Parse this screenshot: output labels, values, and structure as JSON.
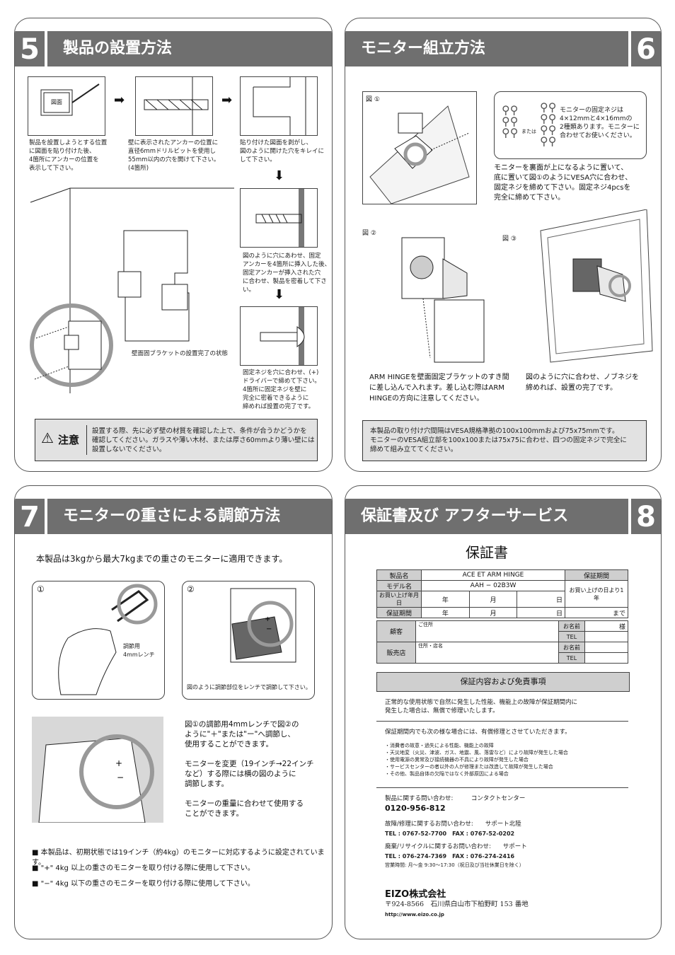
{
  "p5": {
    "num": "5",
    "title": "製品の設置方法",
    "fig_label": "図面",
    "step1": "製品を設置しようとする位置\nに図面を貼り付けた後、\n4箇所にアンカーの位置を\n表示して下さい。",
    "step2": "壁に表示されたアンカーの位置に\n直径6mmドリルビットを使用し\n55mm以内の穴を開けて下さい。\n(4箇所)",
    "step3": "貼り付けた図面を剥がし、\n図のように開けた穴をキレイに\nして下さい。",
    "step4": "図のように穴にあわせ、固定\nアンカーを4箇所に挿入した後、\n固定アンカーが挿入された穴\nに合わせ、製品を密着して下さい。",
    "step5": "固定ネジを穴に合わせ、(+)\nドライバーで締めて下さい。\n4箇所に固定ネジを壁に\n完全に密着できるように\n締めれば設置の完了です。",
    "done": "壁面固ブラケットの設置完了の状態",
    "caution_label": "注意",
    "caution": "設置する際、先に必ず壁の材質を確認した上で、条件が合うかどうかを\n確認してください。ガラスや薄い木材、または厚さ60mmより薄い壁には\n設置しないでください。"
  },
  "p6": {
    "num": "6",
    "title": "モニター組立方法",
    "fig1": "図 ①",
    "fig2": "図 ②",
    "fig3": "図 ③",
    "or": "または",
    "screws": "モニターの固定ネジは\n4×12mmと4×16mmの\n2種類あります。モニターに\n合わせてお使いください。",
    "inst": "モニターを裏面が上になるように置いて、\n底に置いて図①のようにVESA穴に合わせ、\n固定ネジを締めて下さい。固定ネジ4pcsを\n完全に締めて下さい。",
    "hinge": "ARM HINGEを壁面固定ブラケットのすき間\nに差し込んで入れます。差し込む際はARM\nHINGEの方向に注意してください。",
    "done": "図のように穴に合わせ、ノブネジを\n締めれば、設置の完了です。",
    "note": "本製品の取り付け穴間隔はVESA規格準拠の100x100mmおよび75x75mmです。\nモニターのVESA組立部を100x100または75x75に合わせ、四つの固定ネジで完全に\n締めて組み立ててください。"
  },
  "p7": {
    "num": "7",
    "title": "モニターの重さによる調節方法",
    "intro": "本製品は3kgから最大7kgまでの重さのモニターに適用できます。",
    "c1": "①",
    "c2": "②",
    "wrench": "調節用\n4mmレンチ",
    "cap2": "図のように調節部位をレンチで調節して下さい。",
    "body": "図①の調節用4mmレンチで図②の\nように\"＋\"または\"ー\"へ調節し、\n使用することができます。\n\nモニターを変更（19インチ→22インチ\nなど）する際には横の図のように\n調節します。\n\nモニターの重量に合わせて使用する\nことができます。",
    "b1": "本製品は、初期状態では19インチ（約4kg）のモニターに対応するように設定されています。",
    "b2": "\"+\" 4kg 以上の重さのモニターを取り付ける際に使用して下さい。",
    "b3": "\"−\" 4kg 以下の重さのモニターを取り付ける際に使用して下さい。"
  },
  "p8": {
    "num": "8",
    "title": "保証書及び アフターサービス",
    "doc_title": "保証書",
    "t_product": "製品名",
    "v_product": "ACE ET ARM HINGE",
    "t_period": "保証期間",
    "t_model": "モデル名",
    "v_model": "AAH − 02B3W",
    "v_period": "お買い上げの日より1年",
    "t_date": "お買い上げ年月日",
    "t_period2": "保証期間",
    "y": "年",
    "m": "月",
    "d": "日",
    "until": "まで",
    "customer": "顧客",
    "addr": "ご住所",
    "name": "お名前",
    "sama": "様",
    "tel": "TEL",
    "store": "販売店",
    "store_addr": "住所・店名",
    "band": "保証内容および免責事項",
    "free": "正常的な使用状態で自然に発生した性能、機能上の故障が保証期間内に\n発生した場合は、無償で修理いたします。",
    "paid": "保証期間内でも次の様な場合には、有償修理とさせていただきます。",
    "list": "・消費者の故意・過失による性能、機能上の故障\n・天災地変（火災、津波、ガス、地震、風、落雷など）により故障が発生した場合\n・使用電源の異常及び接続機器の不具により故障が発生した場合\n・サービスセンターの者以外の人が修理または改造して故障が発生した場合\n・その他、製品自体の欠陥ではなく外部原因による場合",
    "c1_label": "製品に関する問い合わせ:　　　コンタクトセンター",
    "c1_num": "0120-956-812",
    "c2_label": "故障/修理に関するお問い合わせ:　　サポート北陸",
    "c2_num": "TEL : 0767-52-7700　FAX : 0767-52-0202",
    "c3_label": "廃棄/リサイクルに関するお問い合わせ:　　サポート",
    "c3_num": "TEL : 076-274-7369　FAX : 076-274-2416",
    "hours": "営業時間: 月〜金 9:30〜17:30（祝日及び当社休業日を除く）",
    "company": "EIZO株式会社",
    "address": "〒924-8566　石川県白山市下柏野町 153 番地",
    "url": "http://www.eizo.co.jp"
  }
}
